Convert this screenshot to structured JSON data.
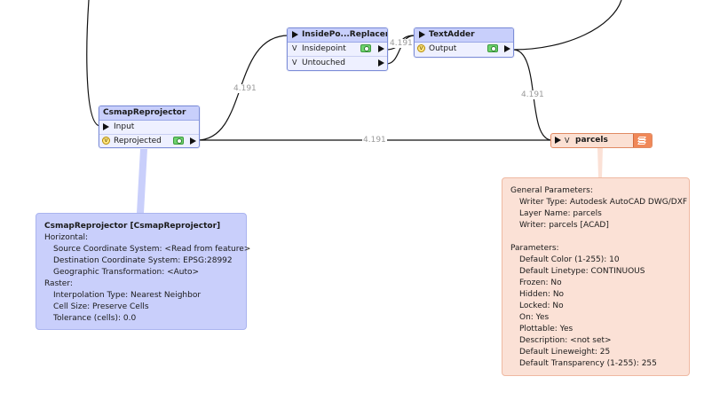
{
  "canvas": {
    "background": "#ffffff",
    "wire_color": "#111111",
    "link_count_color": "#9a9a9a"
  },
  "link_counts": {
    "reproj_to_insidepoint": "4.191",
    "reproj_to_parcels": "4.191",
    "insidepoint_to_textadder": "4.191",
    "textadder_to_parcels": "4.191"
  },
  "nodes": {
    "csmap": {
      "title": "CsmapReprojector",
      "input_port": "Input",
      "output_port": "Reprojected"
    },
    "insidepoint": {
      "title": "InsidePo...Replacer",
      "ports": [
        "Insidepoint",
        "Untouched"
      ]
    },
    "textadder": {
      "title": "TextAdder",
      "output_port": "Output"
    },
    "parcels": {
      "title": "parcels"
    }
  },
  "tooltips": {
    "csmap": {
      "heading": "CsmapReprojector [CsmapReprojector]",
      "section1": "Horizontal:",
      "source_cs": "Source Coordinate System: <Read from feature>",
      "dest_cs": "Destination Coordinate System: EPSG:28992",
      "geo_transform": "Geographic Transformation: <Auto>",
      "section2": "Raster:",
      "interpolation": "Interpolation Type: Nearest Neighbor",
      "cell_size": "Cell Size: Preserve Cells",
      "tolerance": "Tolerance (cells): 0.0"
    },
    "parcels": {
      "general": "General Parameters:",
      "writer_type": "Writer Type: Autodesk AutoCAD DWG/DXF",
      "layer_name": "Layer Name: parcels",
      "writer": "Writer: parcels [ACAD]",
      "params": "Parameters:",
      "color": "Default Color (1-255): 10",
      "linetype": "Default Linetype: CONTINUOUS",
      "frozen": "Frozen: No",
      "hidden": "Hidden: No",
      "locked": "Locked: No",
      "on": "On: Yes",
      "plottable": "Plottable: Yes",
      "description": "Description: <not set>",
      "lineweight": "Default Lineweight: 25",
      "transparency": "Default Transparency (1-255): 255"
    }
  },
  "colors": {
    "transformer_title": "#c8cffb",
    "transformer_border": "#7d8ed8",
    "writer_fill": "#fbe0d3",
    "writer_border": "#e08a63",
    "writer_icon": "#f08858",
    "tooltip_blue": "#c9cffb",
    "tooltip_peach": "#fbe1d6"
  },
  "icons": {
    "visibility_toggle": "eye-icon",
    "output_triangle": "output-port-icon",
    "expand": "chevron-down-icon",
    "inspect": "circle-chevron-icon",
    "writer_format": "layers-icon"
  }
}
